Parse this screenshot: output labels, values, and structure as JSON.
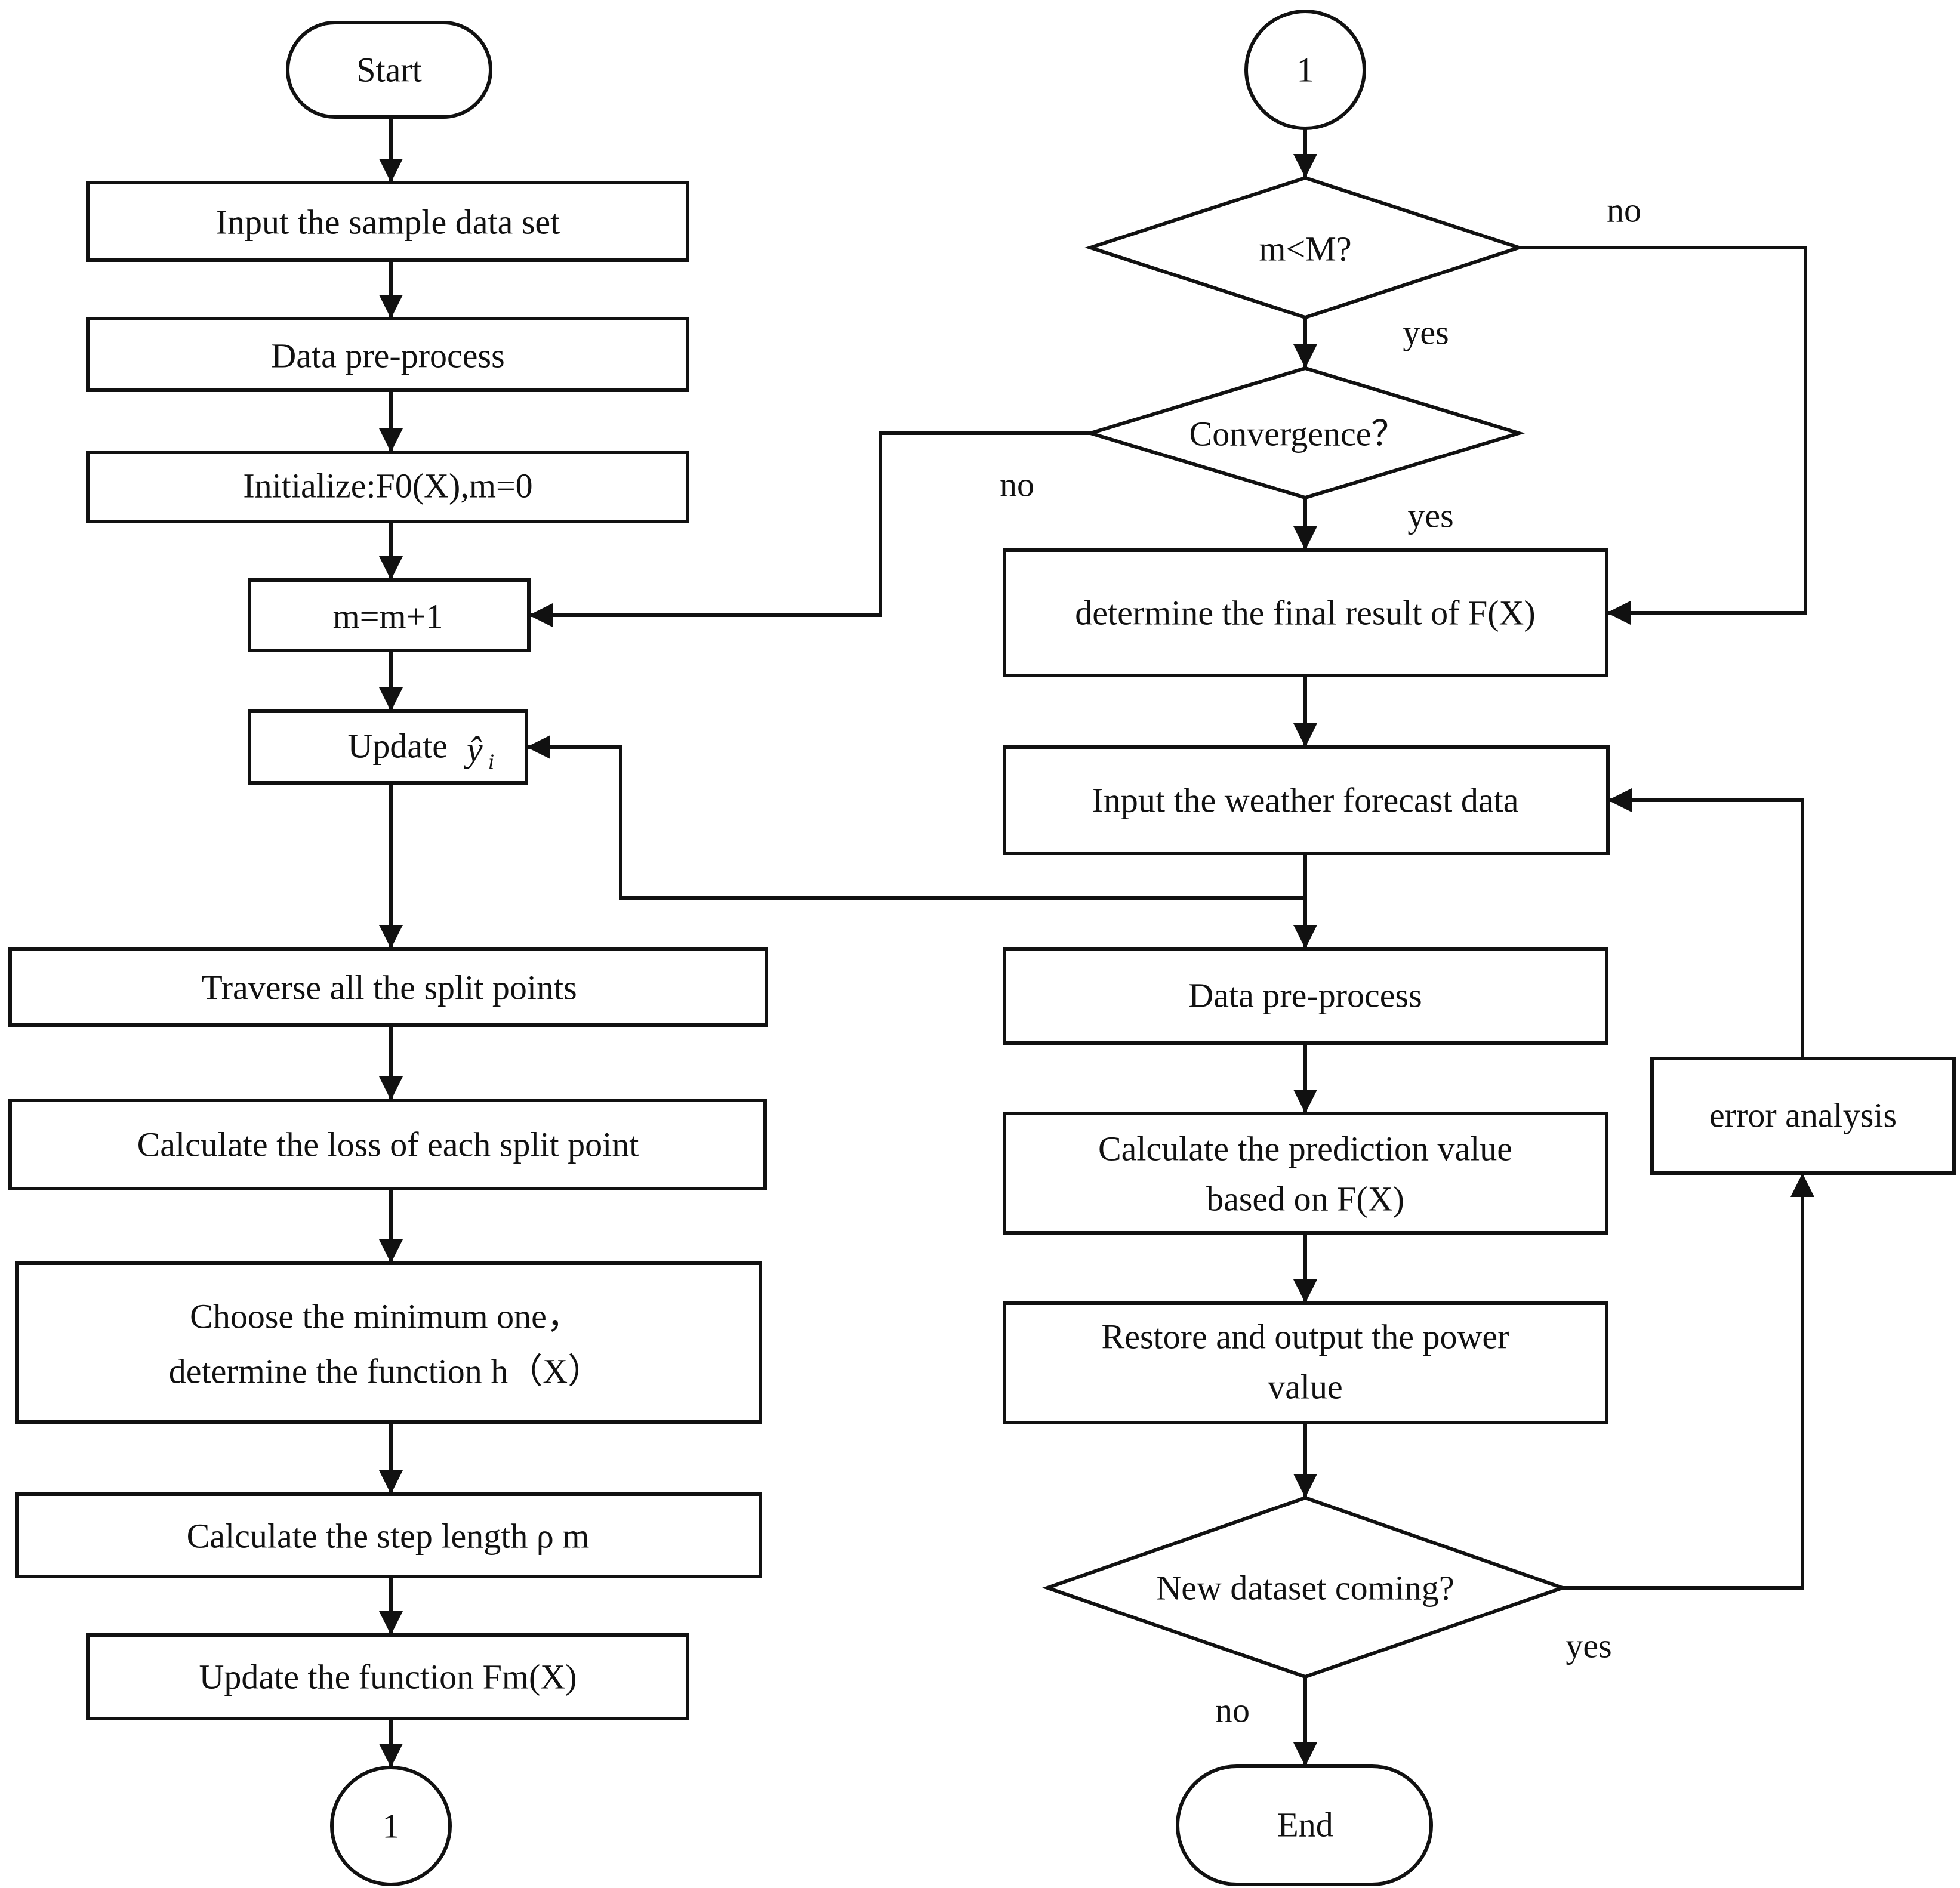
{
  "nodes": {
    "start": "Start",
    "input_sample": "Input the sample data set",
    "preprocess_left": "Data pre-process",
    "initialize": "Initialize:F0(X),m=0",
    "increment": "m=m+1",
    "update_y_prefix": "Update",
    "traverse": "Traverse all the split points",
    "calc_loss": "Calculate the loss of each split point",
    "choose_min_line1": "Choose the minimum one，",
    "choose_min_line2": "determine the function h（X）",
    "step_length": "Calculate the step length ρ m",
    "update_fm": "Update the function Fm(X)",
    "connector_out": "1",
    "connector_in": "1",
    "check_m": "m<M?",
    "convergence": "Convergence？",
    "final_result": "determine the final result of F(X)",
    "input_weather": "Input the weather forecast data",
    "preprocess_right": "Data pre-process",
    "calc_pred_line1": "Calculate the prediction value",
    "calc_pred_line2": "based on F(X)",
    "restore_line1": "Restore and output the power",
    "restore_line2": "value",
    "new_dataset": "New dataset coming?",
    "error_analysis": "error analysis",
    "end": "End"
  },
  "edge_labels": {
    "check_m_no": "no",
    "check_m_yes": "yes",
    "convergence_no": "no",
    "convergence_yes": "yes",
    "new_dataset_yes": "yes",
    "new_dataset_no": "no"
  },
  "colors": {
    "stroke": "#111111",
    "fill": "#ffffff",
    "text": "#111111"
  }
}
